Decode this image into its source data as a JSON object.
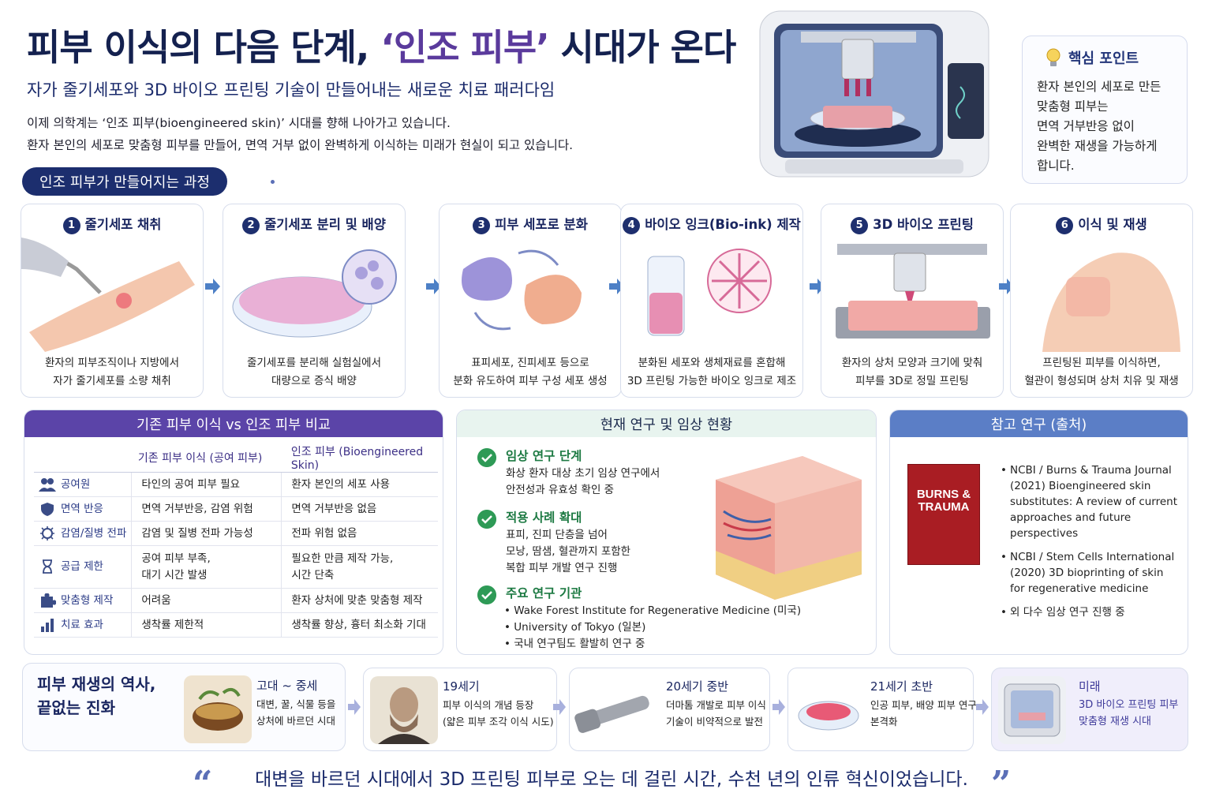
{
  "header": {
    "title_main": "피부 이식의 다음 단계, ",
    "title_highlight": "‘인조 피부’",
    "title_end": " 시대가 온다",
    "subtitle": "자가 줄기세포와 3D 바이오 프린팅 기술이 만들어내는 새로운 치료 패러다임",
    "intro_line1": "이제 의학계는 ‘인조 피부(bioengineered skin)’ 시대를 향해 나아가고 있습니다.",
    "intro_line2": "환자 본인의 세포로 맞춤형 피부를 만들어, 면역 거부 없이 완벽하게 이식하는 미래가 현실이 되고 있습니다."
  },
  "keypoint": {
    "title": "핵심 포인트",
    "lines": [
      "환자 본인의 세포로 만든",
      "맞춤형 피부는",
      "면역 거부반응 없이",
      "완벽한 재생을 가능하게",
      "합니다."
    ]
  },
  "process": {
    "label": "인조 피부가 만들어지는 과정",
    "steps": [
      {
        "num": "1",
        "title": "줄기세포 채취",
        "desc1": "환자의 피부조직이나 지방에서",
        "desc2": "자가 줄기세포를 소량 채취"
      },
      {
        "num": "2",
        "title": "줄기세포 분리 및 배양",
        "desc1": "줄기세포를 분리해 실험실에서",
        "desc2": "대량으로 증식 배양"
      },
      {
        "num": "3",
        "title": "피부 세포로 분화",
        "desc1": "표피세포, 진피세포 등으로",
        "desc2": "분화 유도하여 피부 구성 세포 생성"
      },
      {
        "num": "4",
        "title": "바이오 잉크(Bio-ink) 제작",
        "desc1": "분화된 세포와 생체재료를 혼합해",
        "desc2": "3D 프린팅 가능한 바이오 잉크로 제조"
      },
      {
        "num": "5",
        "title": "3D 바이오 프린팅",
        "desc1": "환자의 상처 모양과 크기에 맞춰",
        "desc2": "피부를 3D로 정밀 프린팅"
      },
      {
        "num": "6",
        "title": "이식 및 재생",
        "desc1": "프린팅된 피부를 이식하면,",
        "desc2": "혈관이 형성되며 상처 치유 및 재생"
      }
    ]
  },
  "comparison": {
    "title": "기존 피부 이식 vs 인조 피부 비교",
    "col1": "기존 피부 이식 (공여 피부)",
    "col2": "인조 피부 (Bioengineered Skin)",
    "rows": [
      {
        "label": "공여원",
        "icon": "people-icon",
        "c1": "타인의 공여 피부 필요",
        "c2": "환자 본인의 세포 사용"
      },
      {
        "label": "면역 반응",
        "icon": "shield-icon",
        "c1": "면역 거부반응, 감염 위험",
        "c2": "면역 거부반응 없음"
      },
      {
        "label": "감염/질병 전파",
        "icon": "virus-icon",
        "c1": "감염 및 질병 전파 가능성",
        "c2": "전파 위험 없음"
      },
      {
        "label": "공급 제한",
        "icon": "hourglass-icon",
        "c1a": "공여 피부 부족,",
        "c1b": "대기 시간 발생",
        "c2a": "필요한 만큼 제작 가능,",
        "c2b": "시간 단축"
      },
      {
        "label": "맞춤형 제작",
        "icon": "puzzle-icon",
        "c1": "어려움",
        "c2": "환자 상처에 맞춘 맞춤형 제작"
      },
      {
        "label": "치료 효과",
        "icon": "bar-chart-icon",
        "c1": "생착률 제한적",
        "c2": "생착률 향상, 흉터 최소화 기대"
      }
    ]
  },
  "research": {
    "title": "현재 연구 및 임상 현황",
    "items": [
      {
        "head": "임상 연구 단계",
        "lines": [
          "화상 환자 대상 초기 임상 연구에서",
          "안전성과 유효성 확인 중"
        ]
      },
      {
        "head": "적용 사례 확대",
        "lines": [
          "표피, 진피 단층을 넘어",
          "모낭, 땀샘, 혈관까지 포함한",
          "복합 피부 개발 연구 진행"
        ]
      },
      {
        "head": "주요 연구 기관",
        "lines": [
          "• Wake Forest Institute for Regenerative Medicine (미국)",
          "• University of Tokyo (일본)",
          "• 국내 연구팀도 활발히 연구 중"
        ]
      }
    ]
  },
  "references": {
    "title": "참고 연구 (출처)",
    "journal_line1": "BURNS &",
    "journal_line2": "TRAUMA",
    "items": [
      "NCBI / Burns & Trauma Journal (2021) Bioengineered skin substitutes: A review of current approaches and future perspectives",
      "NCBI / Stem Cells International (2020) 3D bioprinting of skin for regenerative medicine",
      "외 다수 임상 연구 진행 중"
    ]
  },
  "history": {
    "title_line1": "피부 재생의 역사,",
    "title_line2": "끝없는 진화",
    "items": [
      {
        "era": "고대 ~ 중세",
        "d1": "대변, 꿀, 식물 등을",
        "d2": "상처에 바르던 시대"
      },
      {
        "era": "19세기",
        "d1": "피부 이식의 개념 등장",
        "d2": "(얇은 피부 조각 이식 시도)"
      },
      {
        "era": "20세기 중반",
        "d1": "더마톰 개발로 피부 이식",
        "d2": "기술이 비약적으로 발전"
      },
      {
        "era": "21세기 초반",
        "d1": "인공 피부, 배양 피부 연구",
        "d2": "본격화"
      },
      {
        "era": "미래",
        "d1": "3D 바이오 프린팅 피부",
        "d2": "맞춤형 재생 시대"
      }
    ]
  },
  "quote": {
    "text": "대변을 바르던 시대에서 3D 프린팅 피부로 오는 데 걸린 시간, 수천 년의 인류 혁신이었습니다.",
    "open": "“",
    "close": "”"
  },
  "colors": {
    "navy": "#14214f",
    "purple": "#5b44a8",
    "green": "#2e9a56",
    "blue": "#5b7ec6",
    "journal_red": "#a91d23"
  }
}
